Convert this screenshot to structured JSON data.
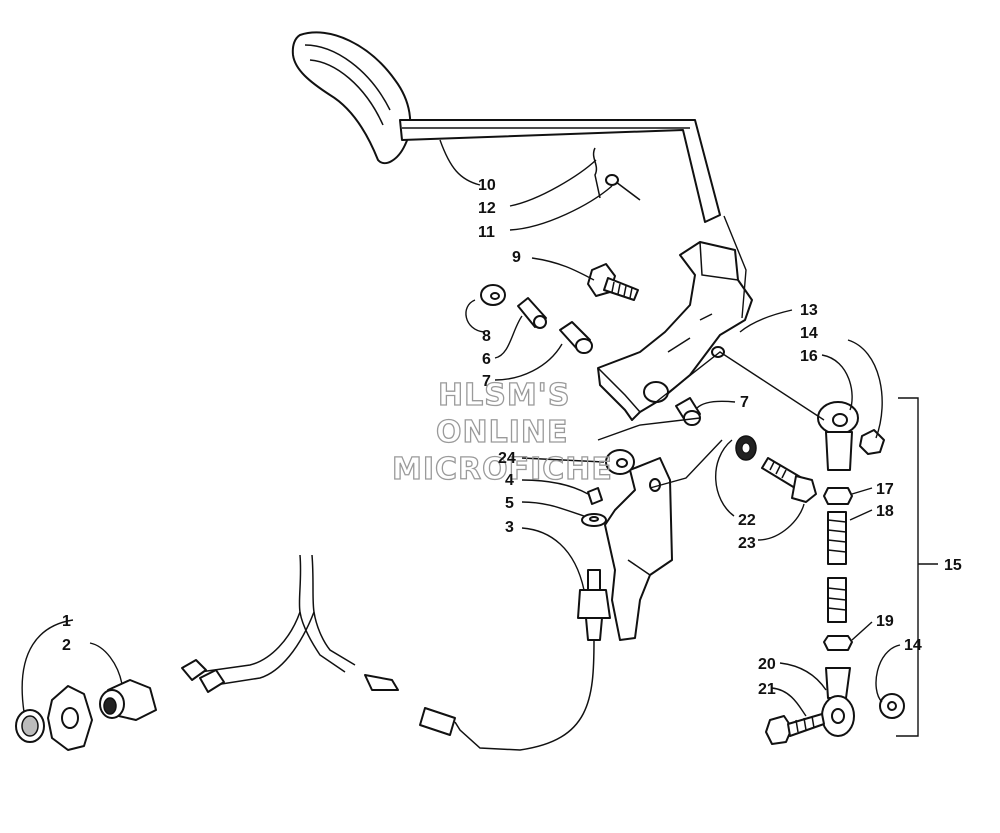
{
  "watermark": {
    "line1": "HLSM'S",
    "line2": "ONLINE",
    "line3": "MICROFICHE"
  },
  "callouts": [
    {
      "id": "c10",
      "label": "10"
    },
    {
      "id": "c12",
      "label": "12"
    },
    {
      "id": "c11",
      "label": "11"
    },
    {
      "id": "c9",
      "label": "9"
    },
    {
      "id": "c13",
      "label": "13"
    },
    {
      "id": "c14a",
      "label": "14"
    },
    {
      "id": "c16",
      "label": "16"
    },
    {
      "id": "c8",
      "label": "8"
    },
    {
      "id": "c6",
      "label": "6"
    },
    {
      "id": "c7a",
      "label": "7"
    },
    {
      "id": "c7b",
      "label": "7"
    },
    {
      "id": "c24",
      "label": "24"
    },
    {
      "id": "c4",
      "label": "4"
    },
    {
      "id": "c5",
      "label": "5"
    },
    {
      "id": "c3",
      "label": "3"
    },
    {
      "id": "c17",
      "label": "17"
    },
    {
      "id": "c18",
      "label": "18"
    },
    {
      "id": "c15",
      "label": "15"
    },
    {
      "id": "c22",
      "label": "22"
    },
    {
      "id": "c23",
      "label": "23"
    },
    {
      "id": "c19",
      "label": "19"
    },
    {
      "id": "c14b",
      "label": "14"
    },
    {
      "id": "c20",
      "label": "20"
    },
    {
      "id": "c21",
      "label": "21"
    },
    {
      "id": "c1",
      "label": "1"
    },
    {
      "id": "c2",
      "label": "2"
    }
  ]
}
